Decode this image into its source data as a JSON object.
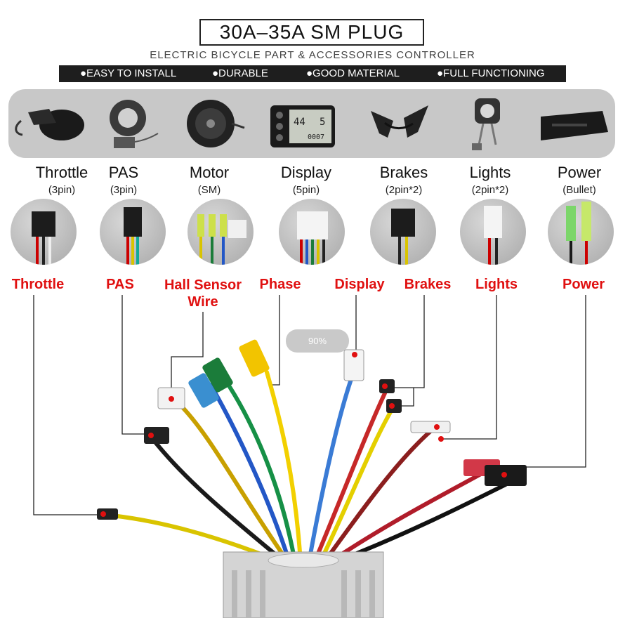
{
  "header": {
    "title": "30A–35A  SM  PLUG",
    "subtitle": "ELECTRIC BICYCLE PART & ACCESSORIES CONTROLLER",
    "features": [
      "●EASY TO INSTALL",
      "●DURABLE",
      "●GOOD MATERIAL",
      "●FULL FUNCTIONING"
    ]
  },
  "parts": [
    {
      "name": "Throttle",
      "spec": "(3pin)",
      "icon": "throttle-icon",
      "plug": "throttle-plug-icon"
    },
    {
      "name": "PAS",
      "spec": "(3pin)",
      "icon": "pas-sensor-icon",
      "plug": "pas-plug-icon"
    },
    {
      "name": "Motor",
      "spec": "(SM)",
      "icon": "hub-motor-icon",
      "plug": "motor-plug-icon"
    },
    {
      "name": "Display",
      "spec": "(5pin)",
      "icon": "lcd-display-icon",
      "plug": "display-plug-icon"
    },
    {
      "name": "Brakes",
      "spec": "(2pin*2)",
      "icon": "brake-levers-icon",
      "plug": "brake-plug-icon"
    },
    {
      "name": "Lights",
      "spec": "(2pin*2)",
      "icon": "headlight-icon",
      "plug": "light-plug-icon"
    },
    {
      "name": "Power",
      "spec": "(Bullet)",
      "icon": "battery-icon",
      "plug": "bullet-plug-icon"
    }
  ],
  "display_screen": {
    "speed": "44",
    "gear": "5",
    "odo": "0007"
  },
  "connector_labels": [
    "Throttle",
    "PAS",
    "Hall Sensor Wire",
    "Phase",
    "Display",
    "Brakes",
    "Lights",
    "Power"
  ],
  "badge": "90%",
  "colors": {
    "label_red": "#e01010",
    "panel_gray": "#c8c8c8",
    "bar_black": "#1e1e1e",
    "controller_silver": "#d4d4d4"
  }
}
